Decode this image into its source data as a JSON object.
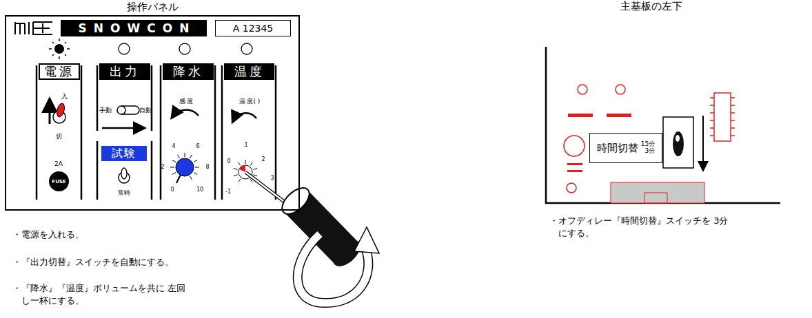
{
  "diagram": {
    "nodes": [
      {
        "text": [
          "操作パネル"
        ]
      },
      {
        "text": [
          "SNOWCON"
        ],
        "in": 0
      },
      {
        "text": [
          "A 12345"
        ],
        "in": 0
      },
      {
        "text": [
          "電源"
        ],
        "in": 0
      },
      {
        "text": [
          "出力"
        ],
        "in": 0
      },
      {
        "text": [
          "降水"
        ],
        "in": 0
      },
      {
        "text": [
          "温度"
        ],
        "in": 0
      },
      {
        "text": [
          "試験"
        ],
        "in": 0
      },
      {
        "text": [
          "FUSE"
        ],
        "in": 0
      },
      {
        "text": [
          "時間切替",
          "15分",
          "3分"
        ]
      }
    ],
    "labels": [
      "入",
      "切",
      "2A",
      "手動",
      "自動",
      "常時",
      "感 度",
      "0",
      "2",
      "4",
      "6",
      "8",
      "10",
      "温 度( )",
      "-1",
      "0",
      "1",
      "2",
      "3",
      "・電源を入れる。",
      "・『出力切替』スイッチを自動にする。",
      "・『降水』『温度』ボリュームを共に 左回し一杯にする。",
      "主基板の左下",
      "・オフディレー『時間切替』スイッチを 3分にする。"
    ]
  }
}
